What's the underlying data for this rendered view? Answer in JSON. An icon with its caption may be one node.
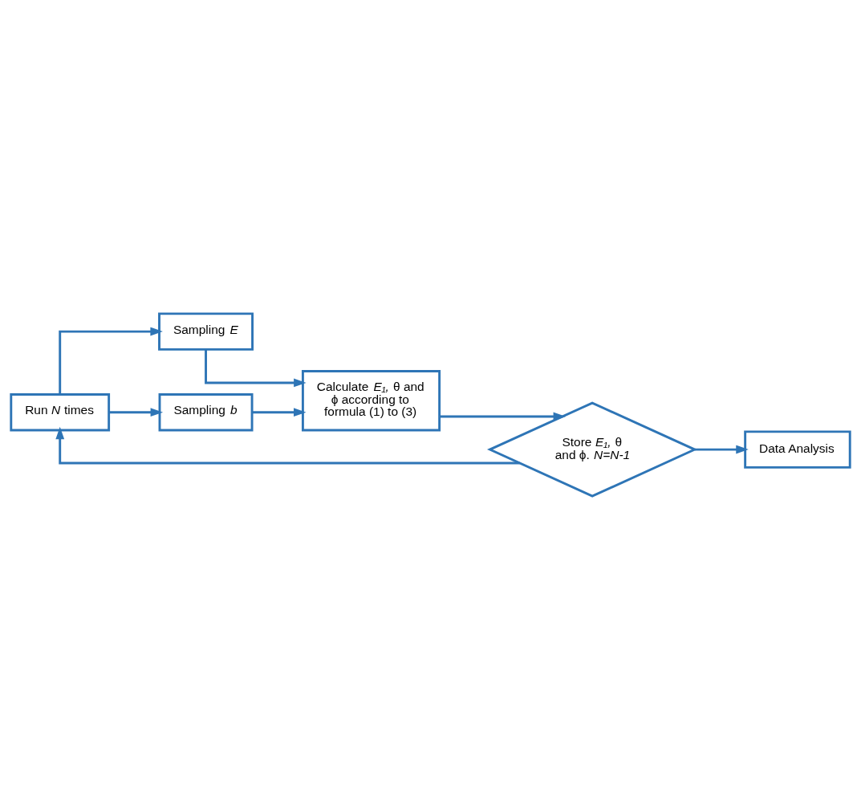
{
  "diagram": {
    "nodes": [
      {
        "text": [
          "Run *N* times"
        ]
      },
      {
        "text": [
          "Sampling *E*"
        ]
      },
      {
        "text": [
          "Sampling *b*"
        ]
      },
      {
        "text": [
          "Calculate *E₁,* θ and ϕ according to formula (1) to (3)"
        ]
      },
      {
        "text": [
          "Store *E₁,* θ and ϕ. *N=N-1*"
        ]
      },
      {
        "text": [
          "Data Analysis"
        ]
      }
    ],
    "edges": [
      {
        "from": 0,
        "to": 1,
        "arrow": "to"
      },
      {
        "from": 0,
        "to": 2,
        "arrow": "to"
      },
      {
        "from": 1,
        "to": 3,
        "arrow": "to"
      },
      {
        "from": 2,
        "to": 3,
        "arrow": "to"
      },
      {
        "from": 3,
        "to": 4,
        "arrow": "to"
      },
      {
        "from": 4,
        "to": 0,
        "arrow": "to"
      },
      {
        "from": 4,
        "to": 5,
        "arrow": "to"
      }
    ]
  }
}
